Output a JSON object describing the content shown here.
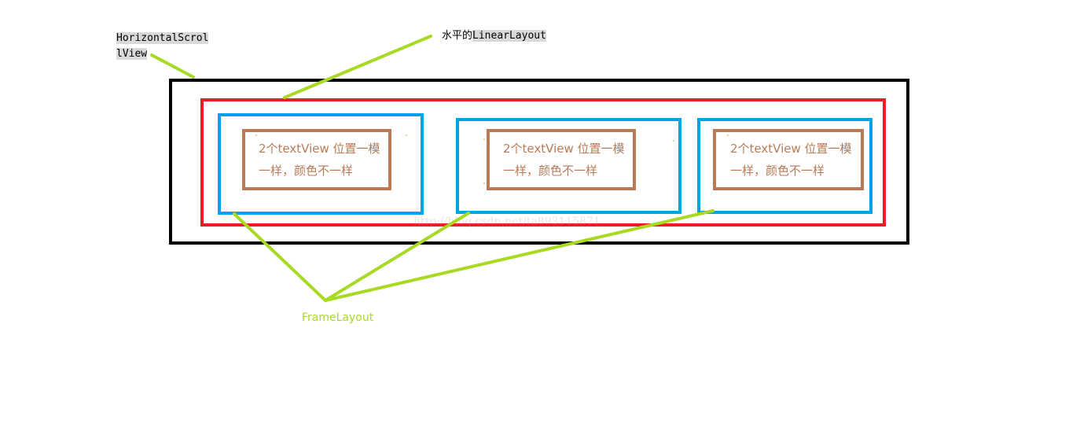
{
  "labels": {
    "horizontal_scroll_view_line1": "HorizontalScrol",
    "horizontal_scroll_view_line2": "lView",
    "linear_layout_prefix": "水平的",
    "linear_layout_name": "LinearLayout",
    "frame_layout": "FrameLayout"
  },
  "frame_layouts": [
    {
      "text_view": {
        "line1": "2个textView 位置一模",
        "line2": "一样，颜色不一样"
      }
    },
    {
      "text_view": {
        "line1": "2个textView 位置一模",
        "line2": "一样，颜色不一样"
      }
    },
    {
      "text_view": {
        "line1": "2个textView 位置一模",
        "line2": "一样，颜色不一样"
      }
    }
  ],
  "watermark": "http://blog.csdn.net/ta893115871",
  "colors": {
    "horizontal_scroll_view": "#000000",
    "linear_layout": "#ec1c24",
    "frame_layout": "#00a2e8",
    "text_view": "#b97a57",
    "connector": "#a8d923",
    "label_highlight": "#d9d9d9"
  }
}
